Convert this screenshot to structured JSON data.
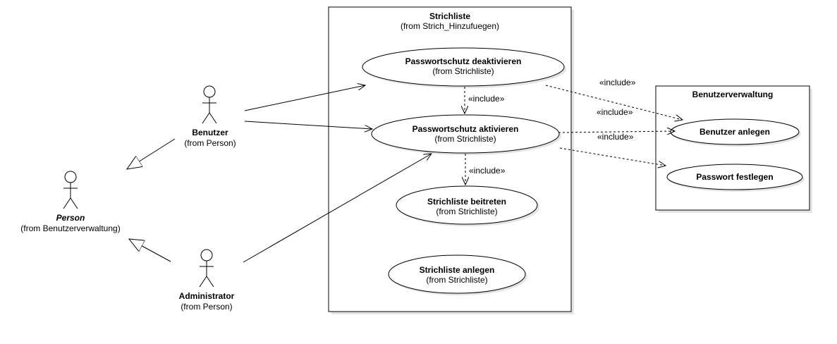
{
  "actors": {
    "person": {
      "name": "Person",
      "source": "(from Benutzerverwaltung)"
    },
    "benutzer": {
      "name": "Benutzer",
      "source": "(from Person)"
    },
    "administrator": {
      "name": "Administrator",
      "source": "(from Person)"
    }
  },
  "boundaries": {
    "strichliste": {
      "title": "Strichliste",
      "source": "(from Strich_Hinzufuegen)"
    },
    "benutzerverwaltung": {
      "title": "Benutzerverwaltung"
    }
  },
  "usecases": {
    "deaktivieren": {
      "name": "Passwortschutz deaktivieren",
      "source": "(from Strichliste)"
    },
    "aktivieren": {
      "name": "Passwortschutz aktivieren",
      "source": "(from Strichliste)"
    },
    "beitreten": {
      "name": "Strichliste beitreten",
      "source": "(from Strichliste)"
    },
    "anlegen": {
      "name": "Strichliste anlegen",
      "source": "(from Strichliste)"
    },
    "benutzer_anlegen": {
      "name": "Benutzer anlegen"
    },
    "passwort_festlegen": {
      "name": "Passwort festlegen"
    }
  },
  "relations": {
    "include_deakt_aktiv": "«include»",
    "include_aktiv_beitreten": "«include»",
    "include_deakt_benutzer": "«include»",
    "include_aktiv_benutzer": "«include»",
    "include_aktiv_passwort": "«include»"
  }
}
